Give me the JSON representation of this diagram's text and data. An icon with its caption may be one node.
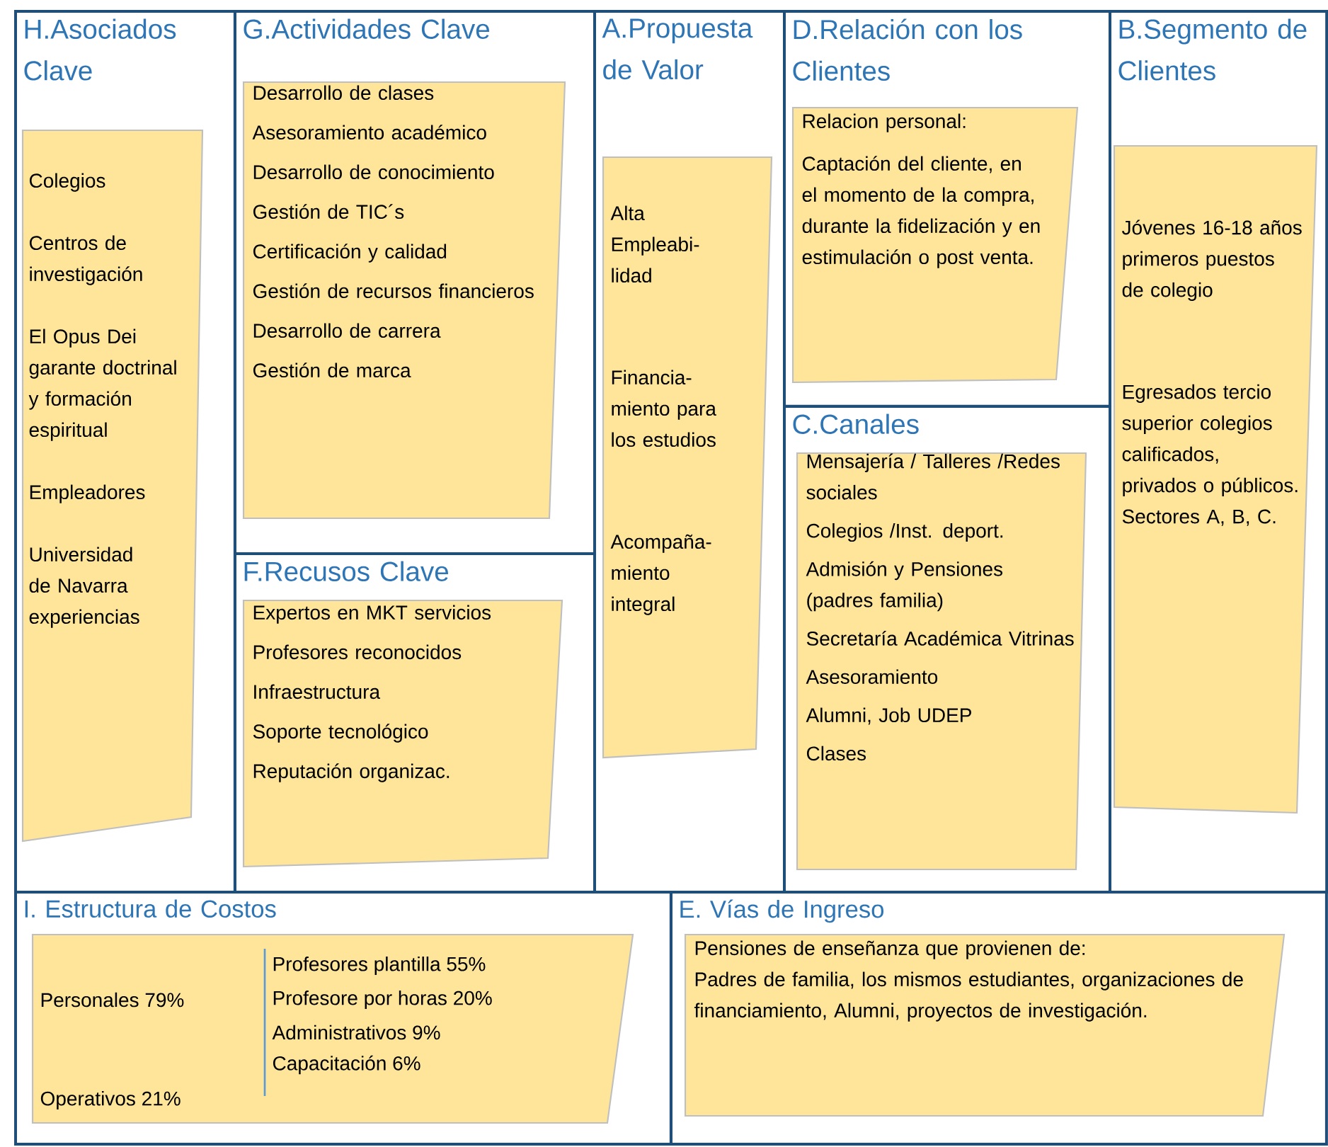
{
  "diagram": {
    "nodes": [
      {
        "text": [
          "H.Asociados Clave"
        ]
      },
      {
        "text": [
          "Colegios",
          "Centros de investigación",
          "El Opus Dei garante doctrinal y formación espiritual",
          "Empleadores",
          "Universidad de Navarra experiencias"
        ],
        "in": 0
      },
      {
        "text": [
          "G.Actividades Clave"
        ]
      },
      {
        "text": [
          "Desarrollo de clases",
          "Asesoramiento académico",
          "Desarrollo de conocimiento",
          "Gestión de TIC´s",
          "Certificación y calidad",
          "Gestión de recursos financieros",
          "Desarrollo de carrera",
          "Gestión de marca"
        ],
        "in": 2
      },
      {
        "text": [
          "A.Propuesta de Valor"
        ]
      },
      {
        "text": [
          "Alta Empleabi- lidad",
          "Financia- miento para los estudios",
          "Acompaña- miento integral"
        ],
        "in": 4
      },
      {
        "text": [
          "D.Relación con los Clientes"
        ]
      },
      {
        "text": [
          "Relacion personal:",
          "Captación del cliente, en el momento de la compra, durante la fidelización y en estimulación o post venta."
        ],
        "in": 6
      },
      {
        "text": [
          "B.Segmento de Clientes"
        ]
      },
      {
        "text": [
          "Jóvenes 16-18 años primeros puestos de colegio",
          "Egresados tercio superior colegios calificados, privados o públicos. Sectores A, B, C."
        ],
        "in": 8
      },
      {
        "text": [
          "F.Recusos Clave"
        ]
      },
      {
        "text": [
          "Expertos en MKT servicios",
          "Profesores reconocidos",
          "Infraestructura",
          "Soporte tecnológico",
          "Reputación organizac."
        ],
        "in": 10
      },
      {
        "text": [
          "C.Canales"
        ]
      },
      {
        "text": [
          "Mensajería / Talleres /Redes sociales",
          "Colegios /Inst. deport.",
          "Admisión y Pensiones (padres familia)",
          "Secretaría Académica Vitrinas",
          "Asesoramiento",
          "Alumni, Job UDEP",
          "Clases"
        ],
        "in": 12
      },
      {
        "text": [
          "I. Estructura de Costos"
        ]
      },
      {
        "text": [
          "Personales 79%",
          "Profesores plantilla 55%",
          "Profesore por horas 20%",
          "Administrativos 9%",
          "Capacitación 6%",
          "Operativos 21%"
        ],
        "in": 14
      },
      {
        "text": [
          "E. Vías de Ingreso"
        ]
      },
      {
        "text": [
          "Pensiones de enseñanza que provienen de:",
          "Padres de familia, los mismos estudiantes, organizaciones de financiamiento, Alumni, proyectos de investigación."
        ],
        "in": 16
      }
    ]
  }
}
